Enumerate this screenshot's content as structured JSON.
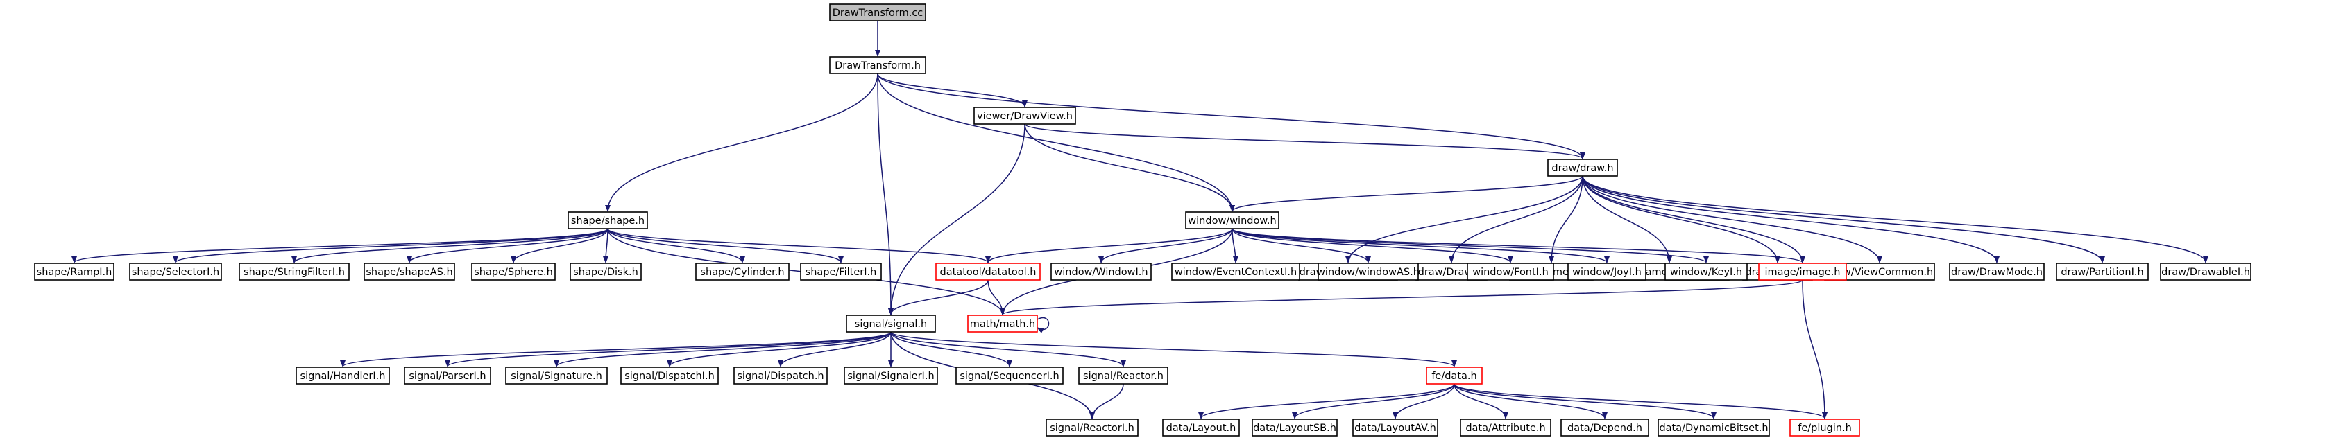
{
  "colors": {
    "edge": "#191970",
    "box_default": "#000000",
    "box_truncated": "#ff0000",
    "root_fill": "#bfbfbf",
    "fill": "#ffffff",
    "text": "#000000"
  },
  "nodes": [
    {
      "id": "n_root",
      "label": "DrawTransform.cc",
      "style": "root"
    },
    {
      "id": "n_dth",
      "label": "DrawTransform.h",
      "style": "default"
    },
    {
      "id": "n_viewer",
      "label": "viewer/DrawView.h",
      "style": "default"
    },
    {
      "id": "n_drawh",
      "label": "draw/draw.h",
      "style": "default"
    },
    {
      "id": "n_shapeh",
      "label": "shape/shape.h",
      "style": "default"
    },
    {
      "id": "n_window",
      "label": "window/window.h",
      "style": "default"
    },
    {
      "id": "n_drawbufferI",
      "label": "draw/DrawBufferI.h",
      "style": "default"
    },
    {
      "id": "n_drawI",
      "label": "draw/DrawI.h",
      "style": "default"
    },
    {
      "id": "n_cameraI",
      "label": "draw/CameraI.h",
      "style": "default"
    },
    {
      "id": "n_cameraEd",
      "label": "draw/CameraEditable.h",
      "style": "default"
    },
    {
      "id": "n_viewI",
      "label": "draw/ViewI.h",
      "style": "default"
    },
    {
      "id": "n_viewCommon",
      "label": "draw/ViewCommon.h",
      "style": "default"
    },
    {
      "id": "n_drawMode",
      "label": "draw/DrawMode.h",
      "style": "default"
    },
    {
      "id": "n_partitionI",
      "label": "draw/PartitionI.h",
      "style": "default"
    },
    {
      "id": "n_drawableI",
      "label": "draw/DrawableI.h",
      "style": "default"
    },
    {
      "id": "n_rampI",
      "label": "shape/RampI.h",
      "style": "default"
    },
    {
      "id": "n_selectorI",
      "label": "shape/SelectorI.h",
      "style": "default"
    },
    {
      "id": "n_stringFilterI",
      "label": "shape/StringFilterI.h",
      "style": "default"
    },
    {
      "id": "n_shapeAS",
      "label": "shape/shapeAS.h",
      "style": "default"
    },
    {
      "id": "n_sphere",
      "label": "shape/Sphere.h",
      "style": "default"
    },
    {
      "id": "n_disk",
      "label": "shape/Disk.h",
      "style": "default"
    },
    {
      "id": "n_cylinder",
      "label": "shape/Cylinder.h",
      "style": "default"
    },
    {
      "id": "n_filterI",
      "label": "shape/FilterI.h",
      "style": "default"
    },
    {
      "id": "n_datatool",
      "label": "datatool/datatool.h",
      "style": "truncated"
    },
    {
      "id": "n_windowI",
      "label": "window/WindowI.h",
      "style": "default"
    },
    {
      "id": "n_eventContextI",
      "label": "window/EventContextI.h",
      "style": "default"
    },
    {
      "id": "n_windowAS",
      "label": "window/windowAS.h",
      "style": "default"
    },
    {
      "id": "n_fontI",
      "label": "window/FontI.h",
      "style": "default"
    },
    {
      "id": "n_joyI",
      "label": "window/JoyI.h",
      "style": "default"
    },
    {
      "id": "n_keyI",
      "label": "window/KeyI.h",
      "style": "default"
    },
    {
      "id": "n_image",
      "label": "image/image.h",
      "style": "truncated"
    },
    {
      "id": "n_signal",
      "label": "signal/signal.h",
      "style": "default"
    },
    {
      "id": "n_math",
      "label": "math/math.h",
      "style": "truncated"
    },
    {
      "id": "n_handlerI",
      "label": "signal/HandlerI.h",
      "style": "default"
    },
    {
      "id": "n_parserI",
      "label": "signal/ParserI.h",
      "style": "default"
    },
    {
      "id": "n_signature",
      "label": "signal/Signature.h",
      "style": "default"
    },
    {
      "id": "n_dispatchI",
      "label": "signal/DispatchI.h",
      "style": "default"
    },
    {
      "id": "n_dispatch",
      "label": "signal/Dispatch.h",
      "style": "default"
    },
    {
      "id": "n_signalerI",
      "label": "signal/SignalerI.h",
      "style": "default"
    },
    {
      "id": "n_sequencerI",
      "label": "signal/SequencerI.h",
      "style": "default"
    },
    {
      "id": "n_reactor",
      "label": "signal/Reactor.h",
      "style": "default"
    },
    {
      "id": "n_reactorI",
      "label": "signal/ReactorI.h",
      "style": "default"
    },
    {
      "id": "n_fedata",
      "label": "fe/data.h",
      "style": "truncated"
    },
    {
      "id": "n_layout",
      "label": "data/Layout.h",
      "style": "default"
    },
    {
      "id": "n_layoutSB",
      "label": "data/LayoutSB.h",
      "style": "default"
    },
    {
      "id": "n_layoutAV",
      "label": "data/LayoutAV.h",
      "style": "default"
    },
    {
      "id": "n_attribute",
      "label": "data/Attribute.h",
      "style": "default"
    },
    {
      "id": "n_depend",
      "label": "data/Depend.h",
      "style": "default"
    },
    {
      "id": "n_dynBitset",
      "label": "data/DynamicBitset.h",
      "style": "default"
    },
    {
      "id": "n_plugin",
      "label": "fe/plugin.h",
      "style": "truncated"
    }
  ],
  "edges": [
    [
      "n_root",
      "n_dth"
    ],
    [
      "n_dth",
      "n_viewer"
    ],
    [
      "n_dth",
      "n_drawh"
    ],
    [
      "n_dth",
      "n_shapeh"
    ],
    [
      "n_dth",
      "n_window"
    ],
    [
      "n_dth",
      "n_signal"
    ],
    [
      "n_viewer",
      "n_drawh"
    ],
    [
      "n_viewer",
      "n_window"
    ],
    [
      "n_viewer",
      "n_signal"
    ],
    [
      "n_drawh",
      "n_window"
    ],
    [
      "n_drawh",
      "n_drawbufferI"
    ],
    [
      "n_drawh",
      "n_drawI"
    ],
    [
      "n_drawh",
      "n_cameraI"
    ],
    [
      "n_drawh",
      "n_cameraEd"
    ],
    [
      "n_drawh",
      "n_viewI"
    ],
    [
      "n_drawh",
      "n_viewCommon"
    ],
    [
      "n_drawh",
      "n_drawMode"
    ],
    [
      "n_drawh",
      "n_partitionI"
    ],
    [
      "n_drawh",
      "n_drawableI"
    ],
    [
      "n_drawh",
      "n_image"
    ],
    [
      "n_shapeh",
      "n_rampI"
    ],
    [
      "n_shapeh",
      "n_selectorI"
    ],
    [
      "n_shapeh",
      "n_stringFilterI"
    ],
    [
      "n_shapeh",
      "n_shapeAS"
    ],
    [
      "n_shapeh",
      "n_sphere"
    ],
    [
      "n_shapeh",
      "n_disk"
    ],
    [
      "n_shapeh",
      "n_cylinder"
    ],
    [
      "n_shapeh",
      "n_filterI"
    ],
    [
      "n_shapeh",
      "n_datatool"
    ],
    [
      "n_shapeh",
      "n_math"
    ],
    [
      "n_window",
      "n_datatool"
    ],
    [
      "n_window",
      "n_windowI"
    ],
    [
      "n_window",
      "n_eventContextI"
    ],
    [
      "n_window",
      "n_windowAS"
    ],
    [
      "n_window",
      "n_fontI"
    ],
    [
      "n_window",
      "n_joyI"
    ],
    [
      "n_window",
      "n_keyI"
    ],
    [
      "n_window",
      "n_image"
    ],
    [
      "n_window",
      "n_math"
    ],
    [
      "n_datatool",
      "n_signal"
    ],
    [
      "n_datatool",
      "n_math"
    ],
    [
      "n_image",
      "n_math"
    ],
    [
      "n_image",
      "n_plugin"
    ],
    [
      "n_math",
      "n_math"
    ],
    [
      "n_signal",
      "n_handlerI"
    ],
    [
      "n_signal",
      "n_parserI"
    ],
    [
      "n_signal",
      "n_signature"
    ],
    [
      "n_signal",
      "n_dispatchI"
    ],
    [
      "n_signal",
      "n_dispatch"
    ],
    [
      "n_signal",
      "n_signalerI"
    ],
    [
      "n_signal",
      "n_sequencerI"
    ],
    [
      "n_signal",
      "n_reactor"
    ],
    [
      "n_signal",
      "n_reactorI"
    ],
    [
      "n_signal",
      "n_fedata"
    ],
    [
      "n_reactor",
      "n_reactorI"
    ],
    [
      "n_fedata",
      "n_layout"
    ],
    [
      "n_fedata",
      "n_layoutSB"
    ],
    [
      "n_fedata",
      "n_layoutAV"
    ],
    [
      "n_fedata",
      "n_attribute"
    ],
    [
      "n_fedata",
      "n_depend"
    ],
    [
      "n_fedata",
      "n_dynBitset"
    ],
    [
      "n_fedata",
      "n_plugin"
    ]
  ]
}
